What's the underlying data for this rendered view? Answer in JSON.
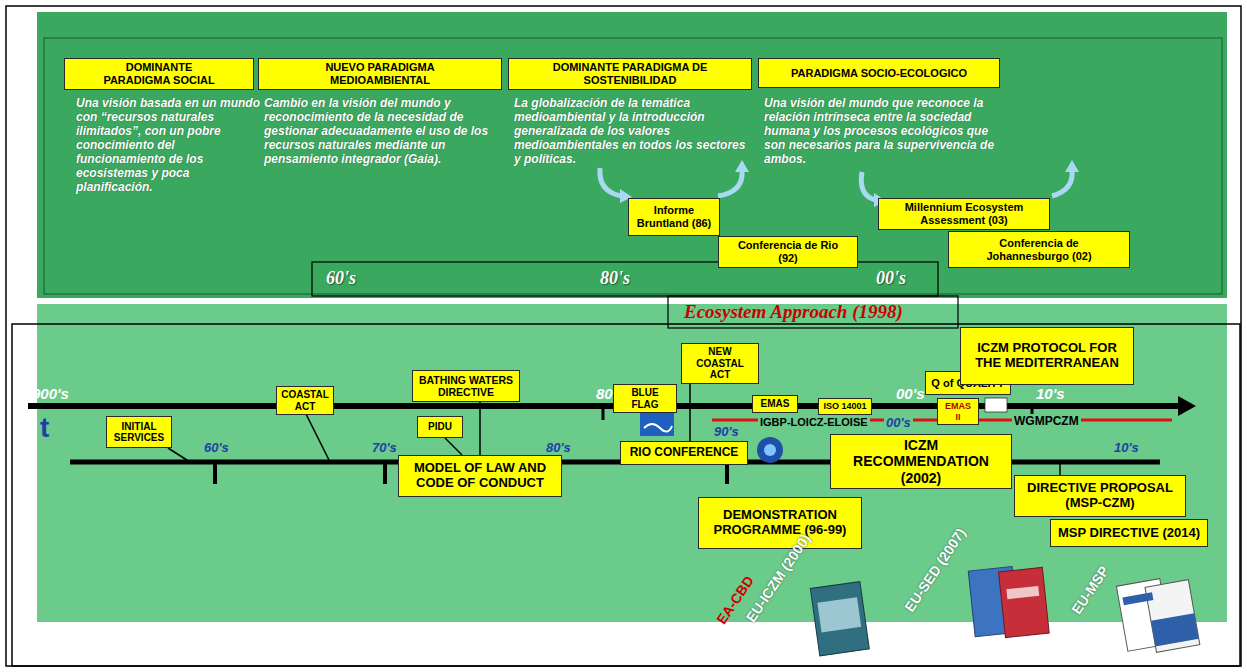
{
  "diagram": {
    "nodes": [
      {
        "text": [
          "DOMINANTE PARADIGMA SOCIAL"
        ]
      },
      {
        "text": [
          "NUEVO PARADIGMA MEDIOAMBIENTAL"
        ]
      },
      {
        "text": [
          "DOMINANTE PARADIGMA DE SOSTENIBILIDAD"
        ]
      },
      {
        "text": [
          "PARADIGMA SOCIO-ECOLOGICO"
        ]
      },
      {
        "text": [
          "Informe Bruntland (86)"
        ]
      },
      {
        "text": [
          "Conferencia de Rio (92)"
        ]
      },
      {
        "text": [
          "Millennium Ecosystem Assessment (03)"
        ]
      },
      {
        "text": [
          "Conferencia de Johannesburgo (02)"
        ]
      },
      {
        "text": [
          "INITIAL SERVICES"
        ]
      },
      {
        "text": [
          "COASTAL ACT"
        ]
      },
      {
        "text": [
          "BATHING WATERS DIRECTIVE"
        ]
      },
      {
        "text": [
          "PIDU"
        ]
      },
      {
        "text": [
          "MODEL OF LAW AND CODE OF CONDUCT"
        ]
      },
      {
        "text": [
          "BLUE FLAG"
        ]
      },
      {
        "text": [
          "NEW COASTAL ACT"
        ]
      },
      {
        "text": [
          "RIO CONFERENCE"
        ]
      },
      {
        "text": [
          "EMAS"
        ]
      },
      {
        "text": [
          "ISO 14001"
        ]
      },
      {
        "text": [
          "DEMONSTRATION PROGRAMME (96-99)"
        ]
      },
      {
        "text": [
          "Q of QUALITY"
        ]
      },
      {
        "text": [
          "EMAS II"
        ]
      },
      {
        "text": [
          "ICZM RECOMMENDATION (2002)"
        ]
      },
      {
        "text": [
          "ICZM PROTOCOL FOR THE MEDITERRANEAN"
        ]
      },
      {
        "text": [
          "DIRECTIVE PROPOSAL (MSP-CZM)"
        ]
      },
      {
        "text": [
          "MSP DIRECTIVE (2014)"
        ]
      }
    ],
    "labels": [
      "Una visión basada en un mundo con “recursos naturales ilimitados”, con un pobre conocimiento del funcionamiento de los ecosistemas y poca planificación.",
      "Cambio en la visión del mundo y reconocimiento de la necesidad de gestionar adecuadamente el uso de los recursos naturales mediante un pensamiento integrador (Gaia).",
      "La globalización de la temática medioambiental y la introducción generalizada de los valores medioambientales en todos los sectores y políticas.",
      "Una visión del mundo que reconoce la relación intrínseca entre la sociedad humana y los procesos ecológicos que son necesarios para la supervivencia de ambos.",
      "60's",
      "80's",
      "00's",
      "Ecosystem Approach (1998)",
      "900's",
      "80",
      "00's",
      "10's",
      "t",
      "60's",
      "70's",
      "80's",
      "90's",
      "00's",
      "10's",
      "IGBP-LOICZ-ELOISE",
      "WGMPCZM",
      "EA-CBD",
      "EU-ICZM (2000)",
      "EU-SED (2007)",
      "EU-MSP"
    ]
  }
}
